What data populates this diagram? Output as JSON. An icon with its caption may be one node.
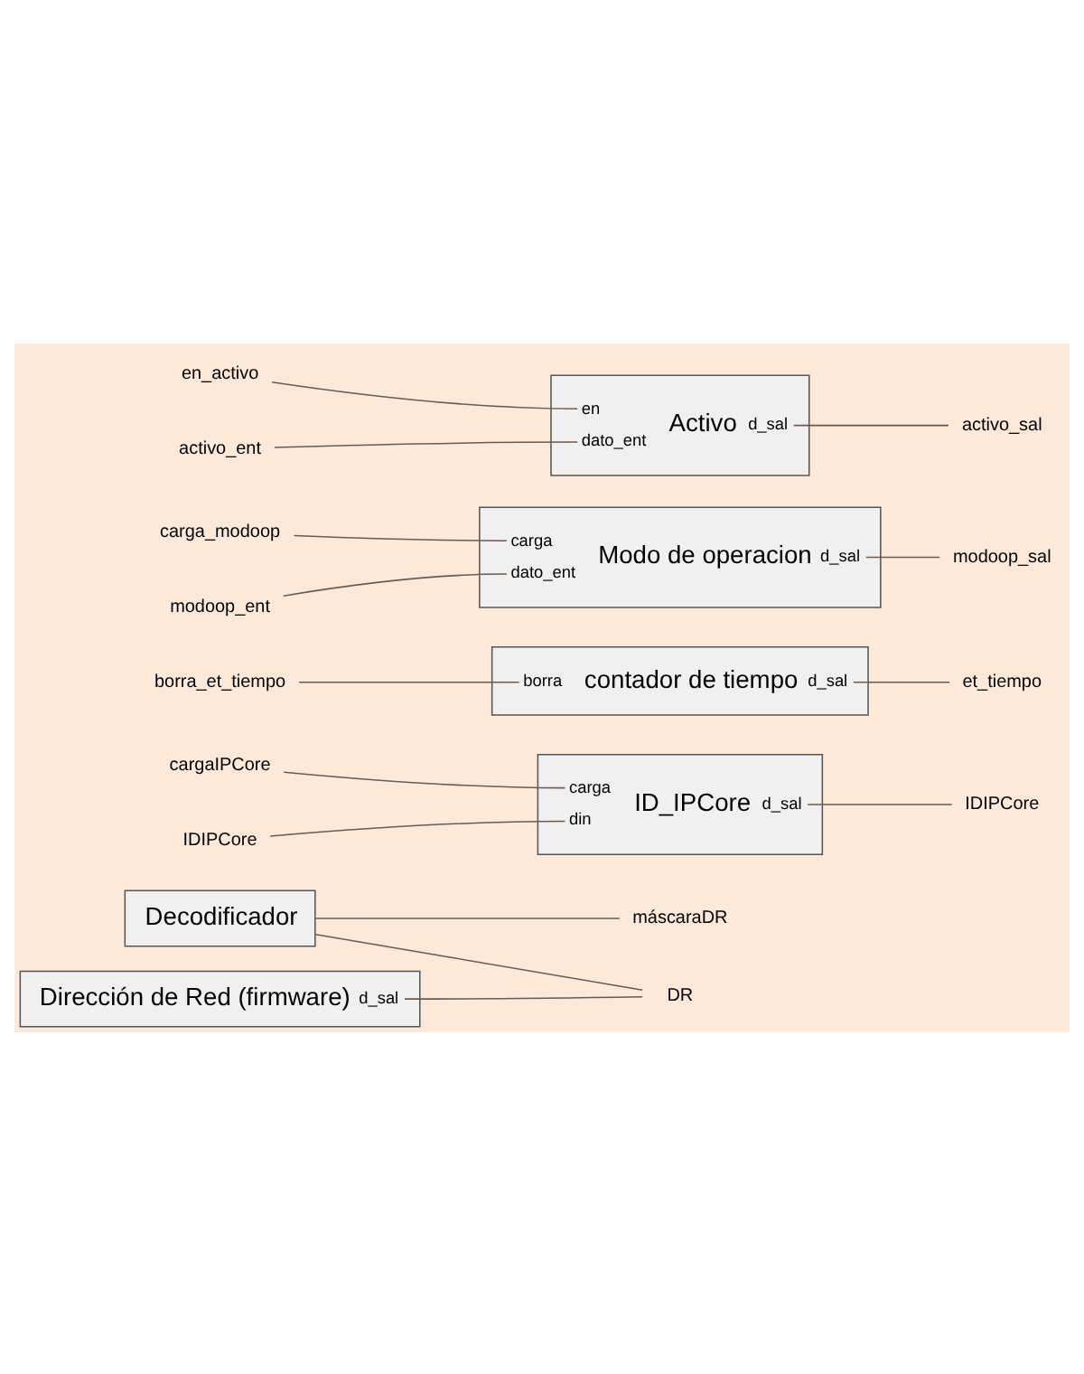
{
  "diagram": {
    "nodes": [
      {
        "text": [
          "Decodificador"
        ]
      },
      {
        "text": [
          "Dirección de Red (firmware)",
          "d_sal"
        ]
      },
      {
        "text": [
          "carga",
          "din",
          "ID_IPCore",
          "d_sal"
        ]
      },
      {
        "text": [
          "borra",
          "contador de tiempo",
          "d_sal"
        ]
      },
      {
        "text": [
          "carga",
          "dato_ent",
          "Modo de operacion",
          "d_sal"
        ]
      },
      {
        "text": [
          "en",
          "dato_ent",
          "Activo",
          "d_sal"
        ]
      },
      {
        "text": [
          "máscaraDR"
        ]
      },
      {
        "text": [
          "DR"
        ]
      },
      {
        "text": [
          "cargaIPCore"
        ]
      },
      {
        "text": [
          "IDIPCore"
        ]
      },
      {
        "text": [
          "IDIPCore"
        ]
      },
      {
        "text": [
          "borra_et_tiempo"
        ]
      },
      {
        "text": [
          "et_tiempo"
        ]
      },
      {
        "text": [
          "carga_modoop"
        ]
      },
      {
        "text": [
          "modoop_ent"
        ]
      },
      {
        "text": [
          "modoop_sal"
        ]
      },
      {
        "text": [
          "en_activo"
        ]
      },
      {
        "text": [
          "activo_ent"
        ]
      },
      {
        "text": [
          "activo_sal"
        ]
      }
    ],
    "edges": [
      {
        "from": 0,
        "to": 6,
        "arrow": "none"
      },
      {
        "from": 1,
        "to": 7,
        "arrow": "none"
      },
      {
        "from": 0,
        "to": 7,
        "arrow": "none"
      },
      {
        "from": 8,
        "to": 2,
        "arrow": "none"
      },
      {
        "from": 9,
        "to": 2,
        "arrow": "none"
      },
      {
        "from": 2,
        "to": 10,
        "arrow": "none"
      },
      {
        "from": 11,
        "to": 3,
        "arrow": "none"
      },
      {
        "from": 3,
        "to": 12,
        "arrow": "none"
      },
      {
        "from": 13,
        "to": 4,
        "arrow": "none"
      },
      {
        "from": 14,
        "to": 4,
        "arrow": "none"
      },
      {
        "from": 4,
        "to": 15,
        "arrow": "none"
      },
      {
        "from": 16,
        "to": 5,
        "arrow": "none"
      },
      {
        "from": 17,
        "to": 5,
        "arrow": "none"
      },
      {
        "from": 5,
        "to": 18,
        "arrow": "none"
      }
    ]
  }
}
